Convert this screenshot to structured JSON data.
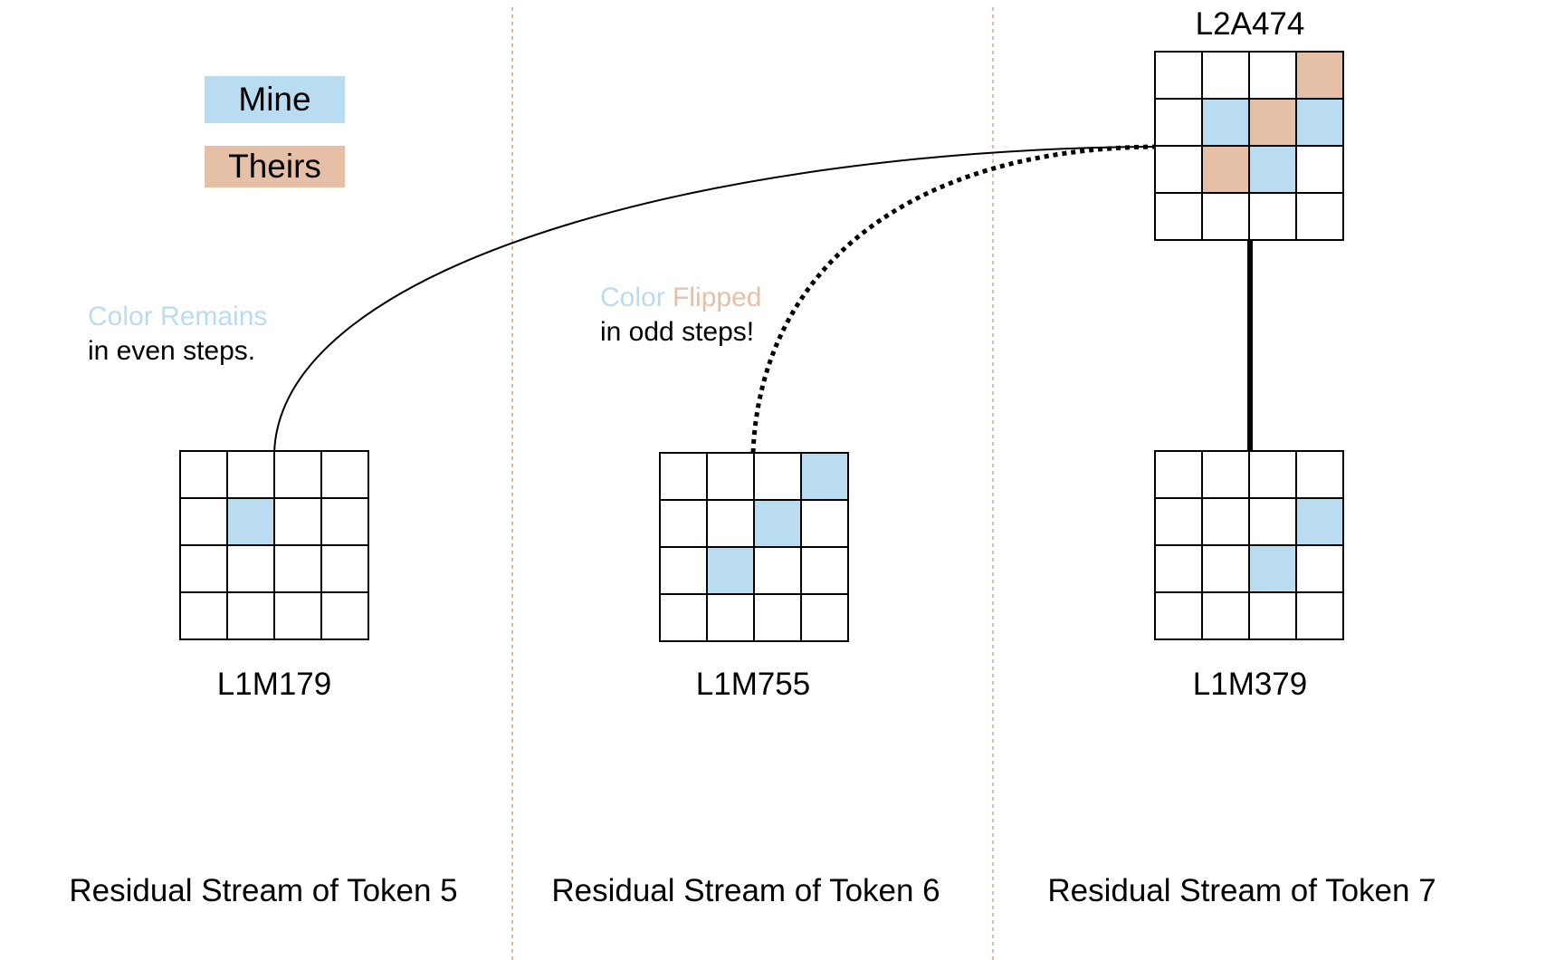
{
  "colors": {
    "mine": "#b9dcf1",
    "theirs": "#e5c0a6",
    "divider": "#e3a07e",
    "grid_line": "#000000",
    "empty_cell": "#ffffff"
  },
  "legend": {
    "mine_label": "Mine",
    "theirs_label": "Theirs"
  },
  "annotations": {
    "even": {
      "colored": "Color Remains",
      "plain": "in even steps."
    },
    "odd": {
      "colored_1": "Color",
      "colored_2": "Flipped",
      "plain": "in odd steps!"
    }
  },
  "streams": [
    "Residual Stream of Token 5",
    "Residual Stream of Token 6",
    "Residual Stream of Token 7"
  ],
  "grids": {
    "L2A474": {
      "label": "L2A474",
      "cells": [
        [
          "",
          "",
          "",
          "T"
        ],
        [
          "",
          "M",
          "T",
          "M"
        ],
        [
          "",
          "T",
          "M",
          ""
        ],
        [
          "",
          "",
          "",
          ""
        ]
      ]
    },
    "L1M179": {
      "label": "L1M179",
      "cells": [
        [
          "",
          "",
          "",
          ""
        ],
        [
          "",
          "M",
          "",
          ""
        ],
        [
          "",
          "",
          "",
          ""
        ],
        [
          "",
          "",
          "",
          ""
        ]
      ]
    },
    "L1M755": {
      "label": "L1M755",
      "cells": [
        [
          "",
          "",
          "",
          "M"
        ],
        [
          "",
          "",
          "M",
          ""
        ],
        [
          "",
          "M",
          "",
          ""
        ],
        [
          "",
          "",
          "",
          ""
        ]
      ]
    },
    "L1M379": {
      "label": "L1M379",
      "cells": [
        [
          "",
          "",
          "",
          ""
        ],
        [
          "",
          "",
          "",
          "M"
        ],
        [
          "",
          "",
          "M",
          ""
        ],
        [
          "",
          "",
          "",
          ""
        ]
      ]
    }
  },
  "connections": [
    {
      "from": "L1M179",
      "to": "L2A474",
      "style": "solid-thin"
    },
    {
      "from": "L1M755",
      "to": "L2A474",
      "style": "dotted"
    },
    {
      "from": "L1M379",
      "to": "L2A474",
      "style": "solid-thick"
    }
  ]
}
